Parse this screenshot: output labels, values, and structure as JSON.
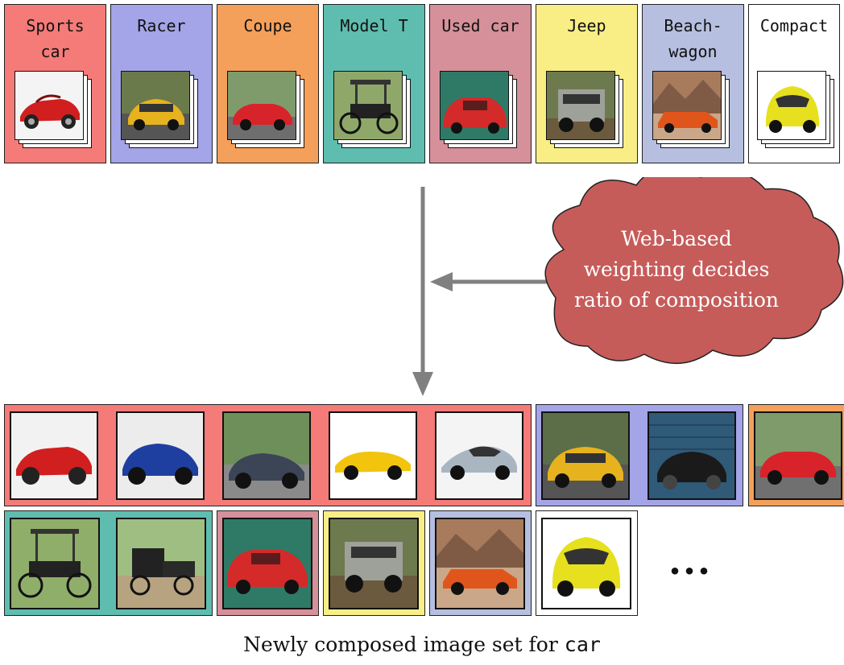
{
  "categories": [
    {
      "label": "Sports\ncar",
      "color": "#f47b78",
      "icon": "sports-car"
    },
    {
      "label": "Racer",
      "color": "#a4a4e8",
      "icon": "racer-car"
    },
    {
      "label": "Coupe",
      "color": "#f4a05a",
      "icon": "coupe-car"
    },
    {
      "label": "Model T",
      "color": "#5fbdb0",
      "icon": "model-t-car"
    },
    {
      "label": "Used car",
      "color": "#d6909a",
      "icon": "used-car"
    },
    {
      "label": "Jeep",
      "color": "#f9ee86",
      "icon": "jeep-car"
    },
    {
      "label": "Beach-\nwagon",
      "color": "#b6bfe0",
      "icon": "beachwagon-car"
    },
    {
      "label": "Compact",
      "color": "#ffffff",
      "icon": "compact-car"
    }
  ],
  "cloud": {
    "text_line1": "Web-based",
    "text_line2": "weighting decides",
    "text_line3": "ratio of composition",
    "fill": "#c65c5a"
  },
  "ellipsis": "...",
  "caption": {
    "prefix": "Newly composed image set for ",
    "keyword": "car"
  }
}
